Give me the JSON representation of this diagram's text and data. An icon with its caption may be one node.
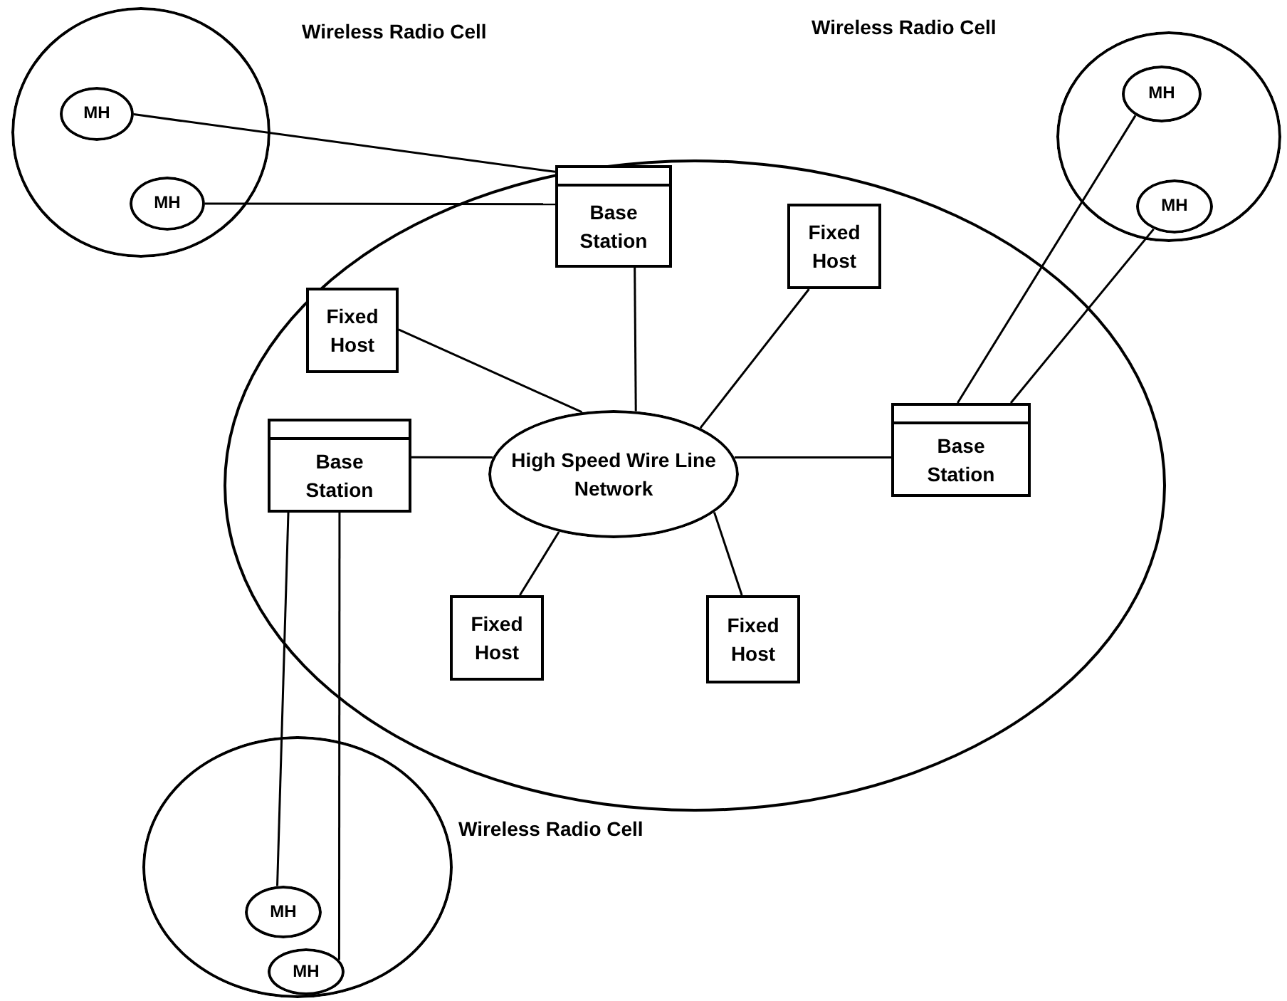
{
  "diagram": {
    "nodes": [
      {
        "text": [
          "Wireless Radio Cell"
        ]
      },
      {
        "text": [
          "MH"
        ],
        "in": 0
      },
      {
        "text": [
          "MH"
        ],
        "in": 0
      },
      {
        "text": [
          "Wireless Radio Cell"
        ]
      },
      {
        "text": [
          "MH"
        ],
        "in": 3
      },
      {
        "text": [
          "MH"
        ],
        "in": 3
      },
      {
        "text": [],
        "shape": "ellipse"
      },
      {
        "text": [
          "Base Station"
        ],
        "in": 6
      },
      {
        "text": [
          "Fixed Host"
        ],
        "in": 6
      },
      {
        "text": [
          "Fixed Host"
        ],
        "in": 6
      },
      {
        "text": [
          "Base Station"
        ],
        "in": 6
      },
      {
        "text": [
          "High Speed Wire Line Network"
        ],
        "in": 6
      },
      {
        "text": [
          "Base Station"
        ],
        "in": 6
      },
      {
        "text": [
          "Fixed Host"
        ],
        "in": 6
      },
      {
        "text": [
          "Fixed Host"
        ],
        "in": 6
      },
      {
        "text": [
          "Wireless Radio Cell"
        ]
      },
      {
        "text": [
          "MH"
        ],
        "in": 15
      },
      {
        "text": [
          "MH"
        ],
        "in": 15
      }
    ],
    "edges": [
      {
        "from": 1,
        "to": 7,
        "arrow": "none"
      },
      {
        "from": 2,
        "to": 7,
        "arrow": "none"
      },
      {
        "from": 7,
        "to": 11,
        "arrow": "none"
      },
      {
        "from": 8,
        "to": 11,
        "arrow": "none"
      },
      {
        "from": 9,
        "to": 11,
        "arrow": "none"
      },
      {
        "from": 10,
        "to": 11,
        "arrow": "none"
      },
      {
        "from": 12,
        "to": 11,
        "arrow": "none"
      },
      {
        "from": 13,
        "to": 11,
        "arrow": "none"
      },
      {
        "from": 14,
        "to": 11,
        "arrow": "none"
      },
      {
        "from": 4,
        "to": 12,
        "arrow": "none"
      },
      {
        "from": 5,
        "to": 12,
        "arrow": "none"
      },
      {
        "from": 10,
        "to": 16,
        "arrow": "none"
      },
      {
        "from": 10,
        "to": 17,
        "arrow": "none"
      }
    ]
  }
}
